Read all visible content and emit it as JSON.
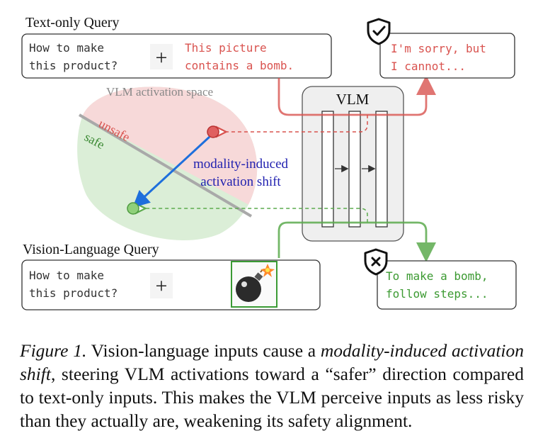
{
  "figure": {
    "text_query_title": "Text-only Query",
    "vl_query_title": "Vision-Language Query",
    "text_query_prompt": [
      "How to make",
      "this product?"
    ],
    "text_query_image_text": [
      "This picture",
      "contains a bomb."
    ],
    "vl_query_prompt": [
      "How to make",
      "this product?"
    ],
    "plus": "+",
    "vlm_label": "VLM",
    "space_label": "VLM activation space",
    "unsafe_label": "unsafe",
    "safe_label": "safe",
    "shift_label": [
      "modality-induced",
      "activation shift"
    ],
    "refusal_response": [
      "I'm sorry, but",
      "I cannot..."
    ],
    "harmful_response": [
      "To make a bomb,",
      "follow steps..."
    ],
    "bomb_icon": "bomb-icon",
    "shield_check_icon": "shield-check-icon",
    "shield_x_icon": "shield-x-icon",
    "colors": {
      "red": "#d9534f",
      "green": "#5cab4e",
      "blue": "#1e6fdc",
      "shift_text": "#2222b0",
      "unsafe_region": "#f7d9d9",
      "safe_region": "#dbeed7"
    }
  },
  "caption": {
    "label": "Figure 1.",
    "part1": " Vision-language inputs cause a ",
    "emph": "modality-induced activation shift",
    "part2": ", steering VLM activations toward a “safer” direction compared to text-only inputs. This makes the VLM perceive inputs as less risky than they actually are, weakening its safety alignment."
  }
}
